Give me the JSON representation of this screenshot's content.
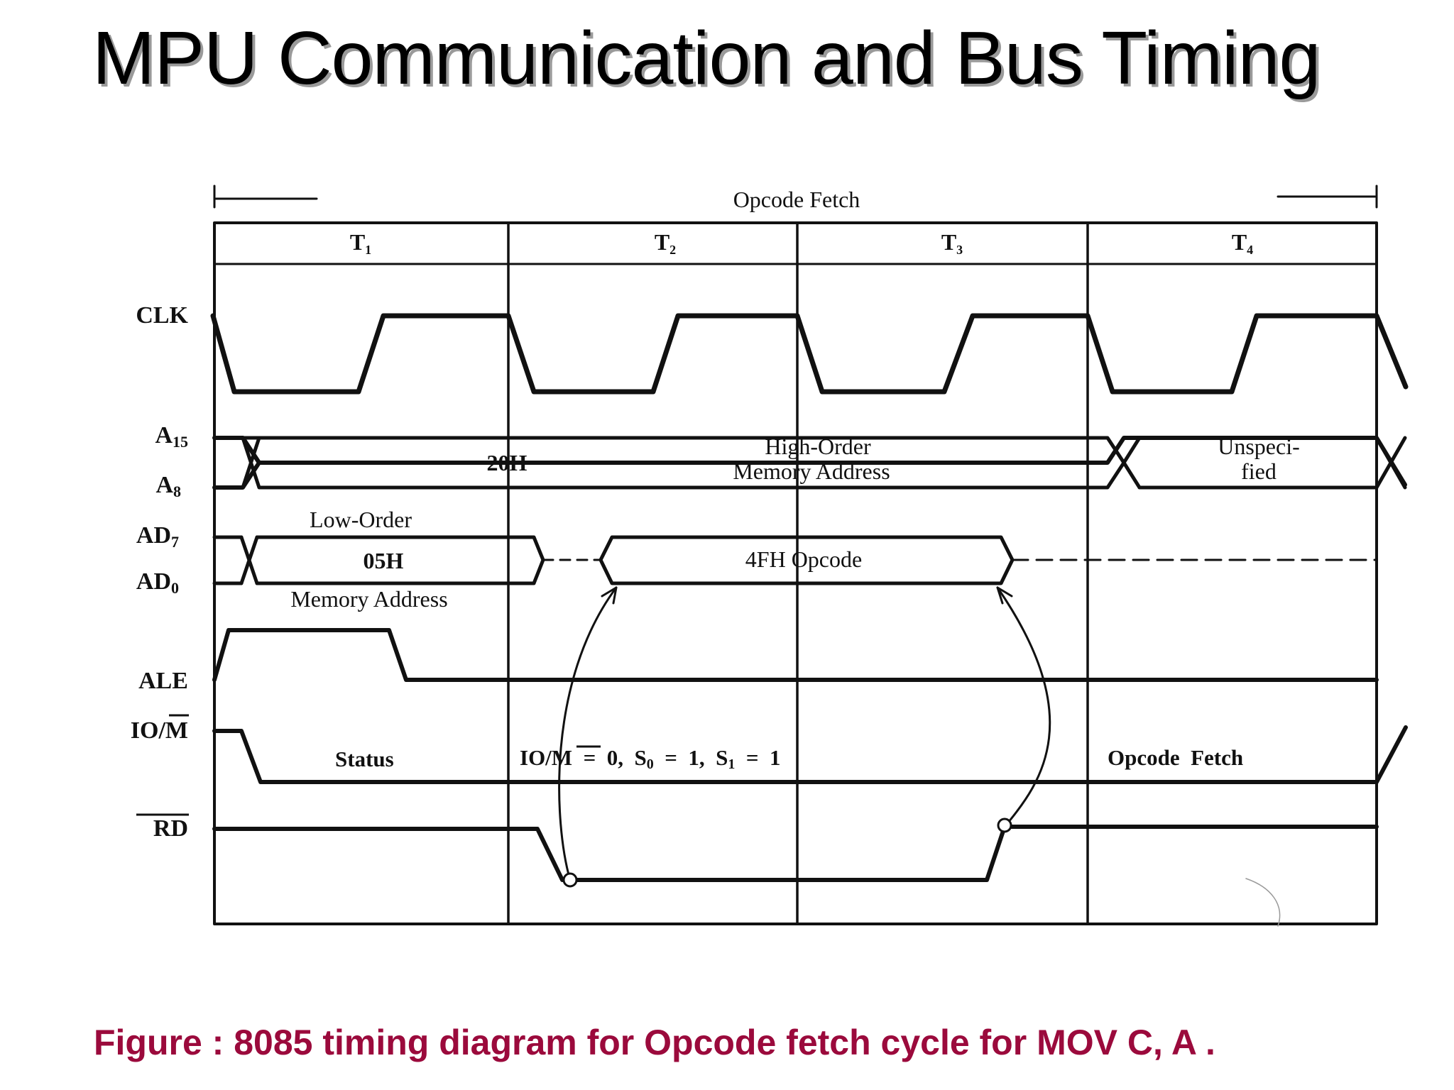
{
  "slide": {
    "title": "MPU Communication and Bus Timing",
    "caption": "Figure : 8085 timing diagram for Opcode fetch cycle for MOV C, A .",
    "caption_color": "#9b0a3c"
  },
  "diagram": {
    "cycle_label": "Opcode Fetch",
    "states": [
      {
        "name": "T",
        "sub": "1"
      },
      {
        "name": "T",
        "sub": "2"
      },
      {
        "name": "T",
        "sub": "3"
      },
      {
        "name": "T",
        "sub": "4"
      }
    ],
    "signals": {
      "clk": "CLK",
      "a15": {
        "main": "A",
        "sub": "15"
      },
      "a8": {
        "main": "A",
        "sub": "8"
      },
      "ad7": {
        "main": "AD",
        "sub": "7"
      },
      "ad0": {
        "main": "AD",
        "sub": "0"
      },
      "ale": "ALE",
      "iom": {
        "prefix": "IO/",
        "bar": "M"
      },
      "rd": "RD"
    },
    "bus_labels": {
      "high_value": "20H",
      "high_desc_1": "High-Order",
      "high_desc_2": "Memory  Address",
      "unspec_1": "Unspeci-",
      "unspec_2": "fied",
      "low_desc_1": "Low-Order",
      "low_value": "05H",
      "low_desc_2": "Memory Address",
      "opcode": "4FH  Opcode"
    },
    "status": {
      "status_label": "Status",
      "iom_prefix": "IO/",
      "iom_bar": "M",
      "iom_rest": "  =  0,  S",
      "s0_sub": "0",
      "s0_rest": "  =  1,  S",
      "s1_sub": "1",
      "s1_rest": "  =  1",
      "fetch_label": "Opcode  Fetch"
    }
  }
}
